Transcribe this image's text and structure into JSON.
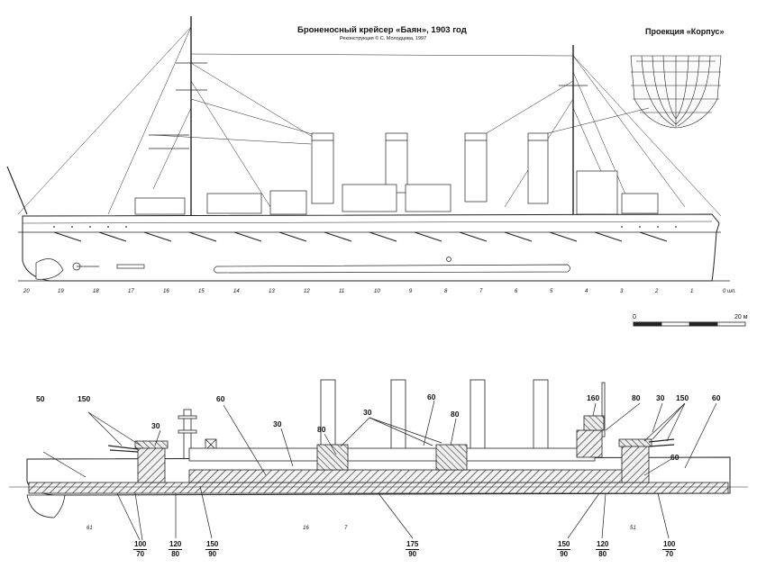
{
  "header": {
    "title": "Броненосный крейсер «Баян», 1903 год",
    "subtitle": "Реконструкция © С. Молодцова, 1997",
    "projection_label": "Проекция «Корпус»"
  },
  "profile": {
    "frame_labels": [
      "20",
      "19",
      "18",
      "17",
      "16",
      "15",
      "14",
      "13",
      "12",
      "11",
      "10",
      "9",
      "8",
      "7",
      "6",
      "5",
      "4",
      "3",
      "2",
      "1",
      "0 шп."
    ],
    "scale": {
      "start": "0",
      "end": "20 м"
    }
  },
  "armor": {
    "callouts_top": [
      "50",
      "150",
      "30",
      "60",
      "30",
      "80",
      "30",
      "60",
      "80",
      "160",
      "80",
      "30",
      "150",
      "60"
    ],
    "callout_mid": "60",
    "fractions": [
      {
        "num": "100",
        "den": "70"
      },
      {
        "num": "120",
        "den": "80"
      },
      {
        "num": "150",
        "den": "90"
      },
      {
        "num": "175",
        "den": "90"
      },
      {
        "num": "150",
        "den": "90"
      },
      {
        "num": "120",
        "den": "80"
      },
      {
        "num": "100",
        "den": "70"
      }
    ],
    "frame_marks": [
      "61",
      "16",
      "7",
      "51"
    ]
  }
}
